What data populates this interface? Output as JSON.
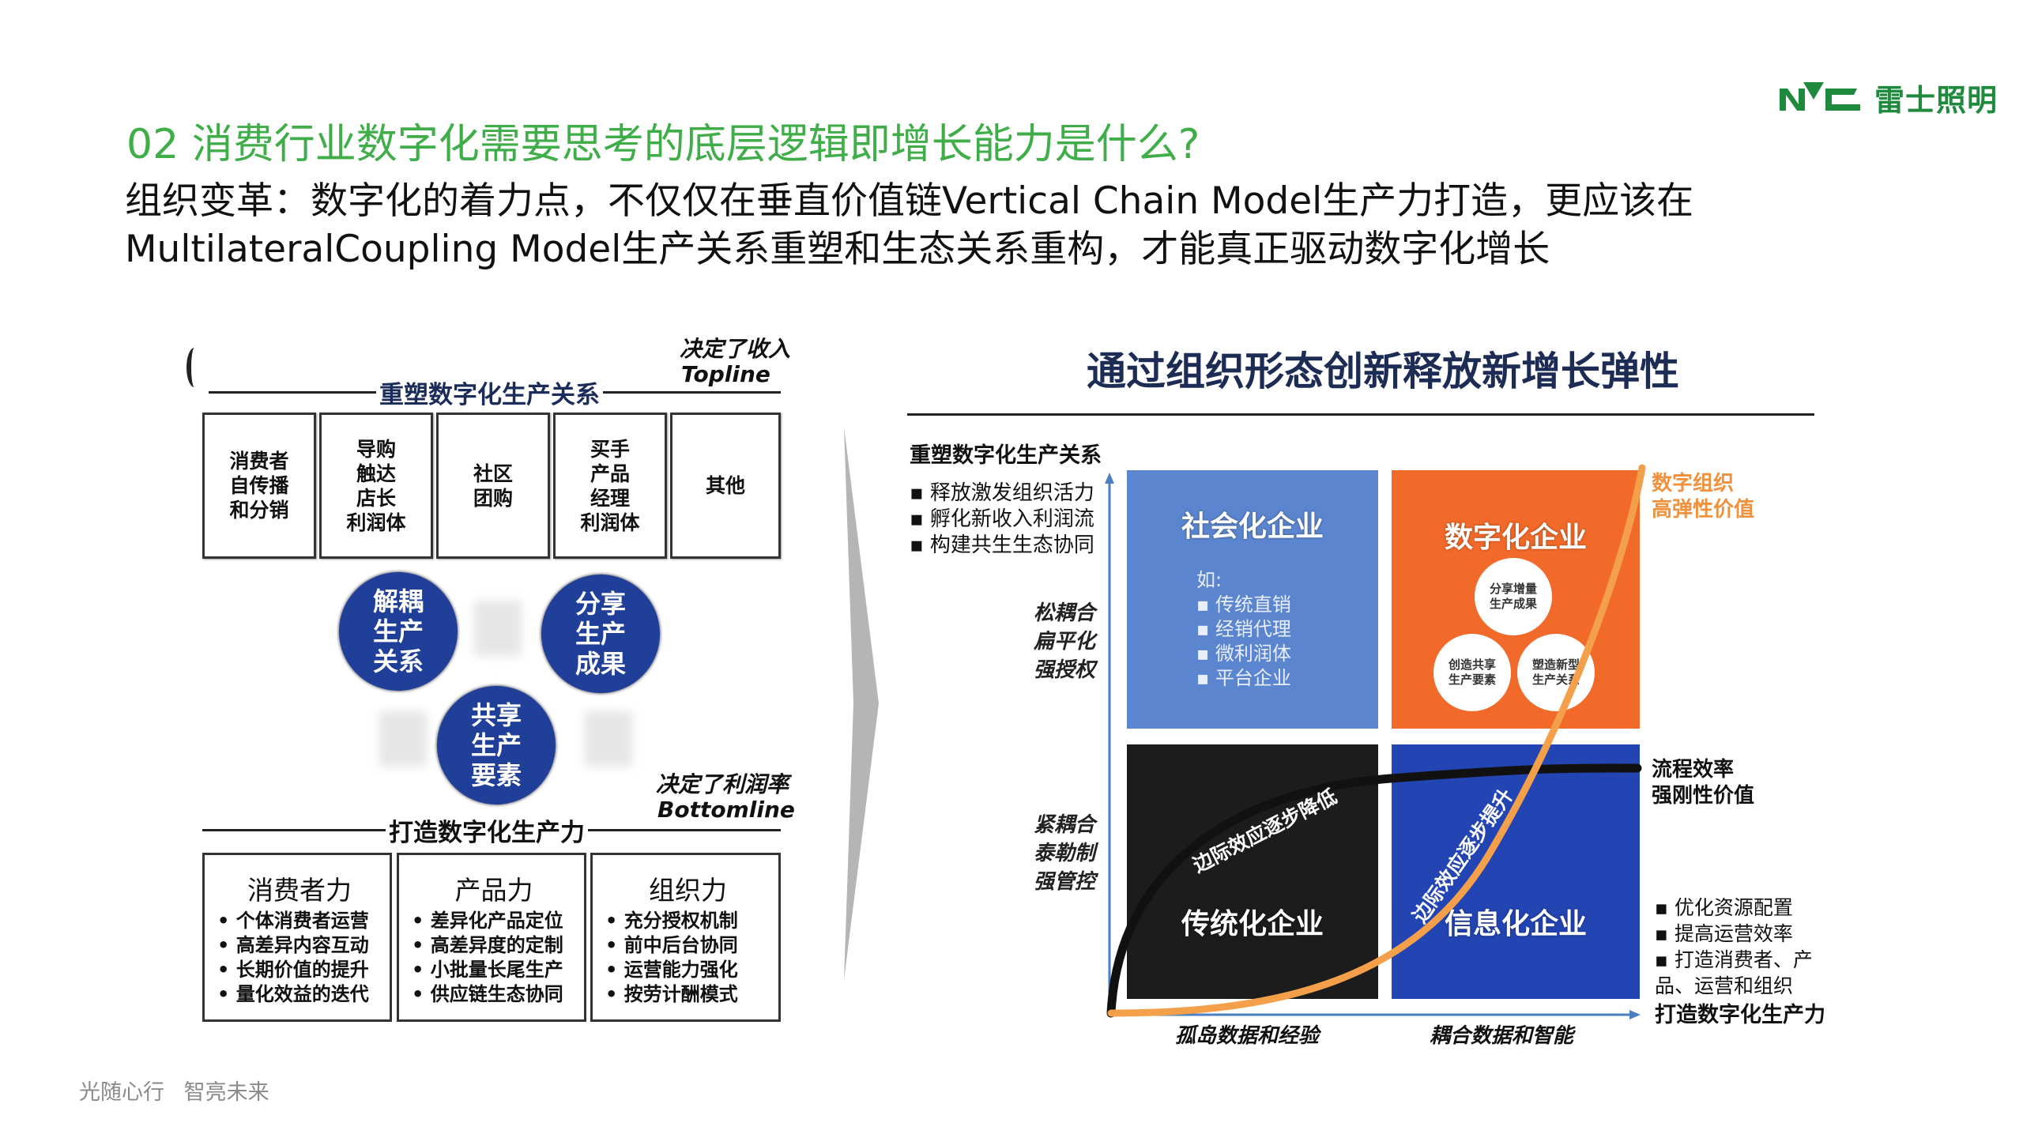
{
  "header": {
    "title": "02 消费行业数字化需要思考的底层逻辑即增长能力是什么?",
    "subtitle_line1": "组织变革：数字化的着力点，不仅仅在垂直价值链Vertical Chain Model生产力打造，更应该在",
    "subtitle_line2": "MultilateralCoupling Model生产关系重塑和生态关系重构，才能真正驱动数字化增长"
  },
  "logo": {
    "mark": "NVC",
    "name": "雷士照明"
  },
  "footer": "光随心行 智亮未来",
  "left": {
    "topline_cn": "决定了收入",
    "topline_en": "Topline",
    "top_label": "重塑数字化生产关系",
    "boxes": [
      "消费者\n自传播\n和分销",
      "导购\n触达\n店长\n利润体",
      "社区\n团购",
      "买手\n产品\n经理\n利润体",
      "其他"
    ],
    "circles": [
      "解耦\n生产\n关系",
      "分享\n生产\n成果",
      "共享\n生产\n要素"
    ],
    "bottomline_cn": "决定了利润率",
    "bottomline_en": "Bottomline",
    "bottom_label": "打造数字化生产力",
    "columns": [
      {
        "title": "消费者力",
        "items": [
          "个体消费者运营",
          "高差异内容互动",
          "长期价值的提升",
          "量化效益的迭代"
        ]
      },
      {
        "title": "产品力",
        "items": [
          "差异化产品定位",
          "高差异度的定制",
          "小批量长尾生产",
          "供应链生态协同"
        ]
      },
      {
        "title": "组织力",
        "items": [
          "充分授权机制",
          "前中后台协同",
          "运营能力强化",
          "按劳计酬模式"
        ]
      }
    ]
  },
  "right": {
    "title": "通过组织形态创新释放新增长弹性",
    "y_head": "重塑数字化生产关系",
    "y_items": [
      "释放激发组织活力",
      "孵化新收入利润流",
      "构建共生生态协同"
    ],
    "loose": "松耦合\n扁平化\n强授权",
    "tight": "紧耦合\n泰勒制\n强管控",
    "q_social": {
      "title": "社会化企业",
      "prefix": "如:",
      "items": [
        "传统直销",
        "经销代理",
        "微利润体",
        "平台企业"
      ]
    },
    "q_digital": {
      "title": "数字化企业",
      "cycle": [
        "分享增量\n生产成果",
        "创造共享\n生产要素",
        "塑造新型\n生产关系"
      ]
    },
    "q_traditional": "传统化企业",
    "q_info": "信息化企业",
    "curve_down": "边际效应逐步降低",
    "curve_up": "边际效应逐步提升",
    "elastic": "数字组织\n高弹性价值",
    "rigid": "流程效率\n强刚性价值",
    "x_items": [
      "优化资源配置",
      "提高运营效率",
      "打造消费者、产\n品、运营和组织"
    ],
    "x_head": "打造数字化生产力",
    "x_left": "孤岛数据和经验",
    "x_right": "耦合数据和智能",
    "colors": {
      "blue_light": "#5b86cf",
      "orange": "#f26a2a",
      "black": "#1c1c1c",
      "blue_dark": "#2345b3",
      "curve_orange": "#f4a04a"
    }
  }
}
